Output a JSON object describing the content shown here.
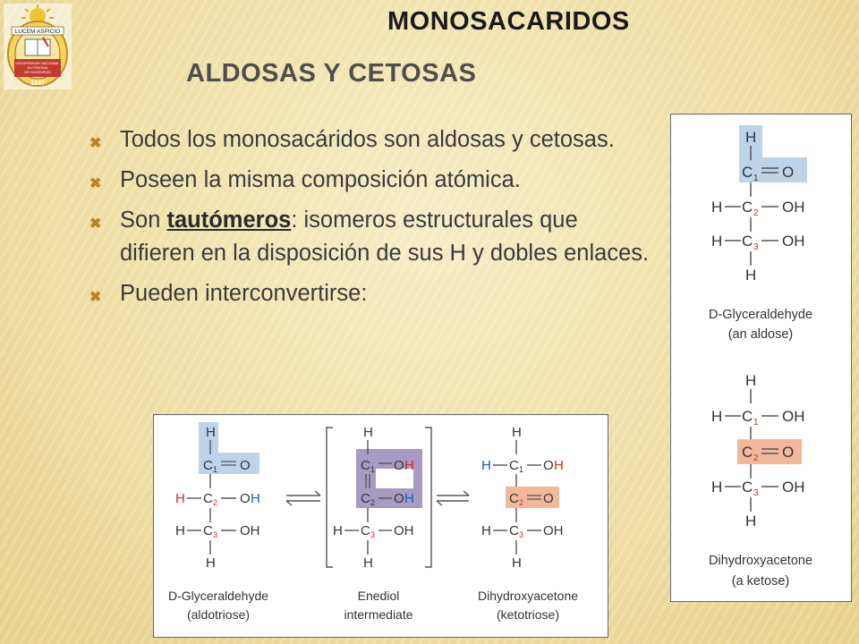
{
  "logo": {
    "ribbon": "LUCEM ASPICIO",
    "text_lines": [
      "UNIVERSIDAD NACIONAL",
      "AUTÓNOMA",
      "DE HONDURAS"
    ],
    "year": "1847"
  },
  "header": {
    "title": "MONOSACARIDOS",
    "subtitle": "ALDOSAS  Y CETOSAS"
  },
  "bullets": [
    {
      "text": "Todos los monosacáridos son aldosas y cetosas."
    },
    {
      "text": "Poseen la misma composición atómica."
    },
    {
      "keyword": "tautómeros",
      "prefix": "Son ",
      "text": ": isomeros estructurales que difieren en la disposición de sus H y dobles enlaces."
    },
    {
      "text": "Pueden interconvertirse:"
    }
  ],
  "atoms": {
    "H": "H",
    "C": "C",
    "O": "O",
    "OH": "OH",
    "n1": "1",
    "n2": "2",
    "n3": "3"
  },
  "colors": {
    "aldose_highlight": "#bcd3ea",
    "ketone_highlight": "#f3b89c",
    "enediol_highlight": "#a79ac3",
    "blue_h": "#1a5fb4",
    "red_h": "#d42a2a",
    "subscript": "#d42a2a"
  },
  "right_panel": {
    "glyceraldehyde_line1": "D-Glyceraldehyde",
    "glyceraldehyde_line2": "(an aldose)",
    "dihydroxyacetone_line1": "Dihydroxyacetone",
    "dihydroxyacetone_line2": "(a ketose)"
  },
  "bottom_panel": {
    "glyceraldehyde_line1": "D-Glyceraldehyde",
    "glyceraldehyde_line2": "(aldotriose)",
    "enediol_line1": "Enediol",
    "enediol_line2": "intermediate",
    "dihydroxyacetone_line1": "Dihydroxyacetone",
    "dihydroxyacetone_line2": "(ketotriose)"
  }
}
